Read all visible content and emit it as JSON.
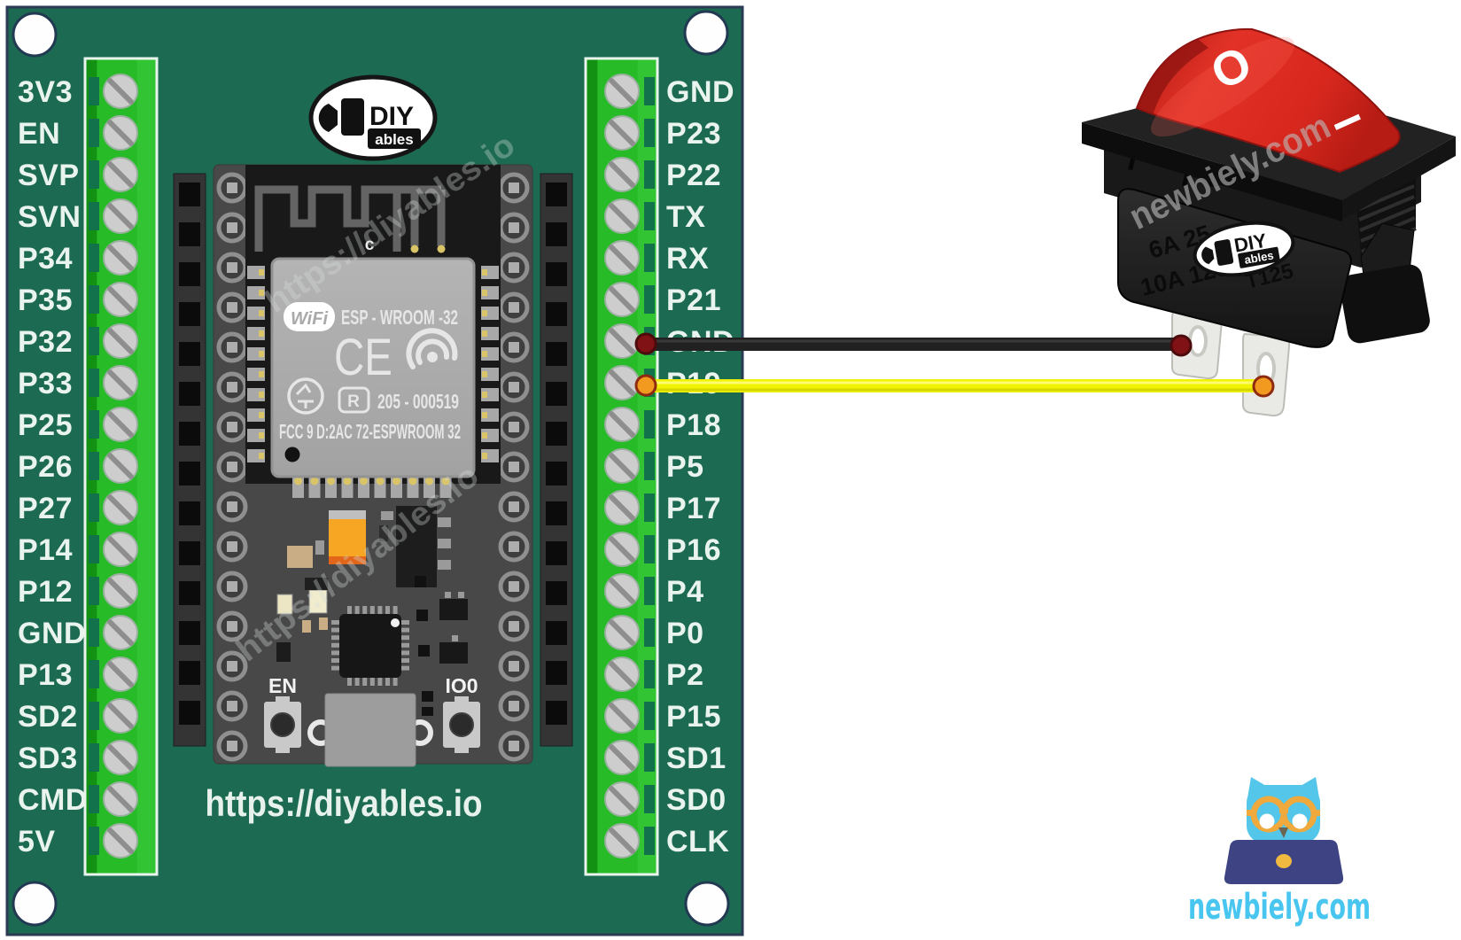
{
  "board": {
    "left_pins": [
      "3V3",
      "EN",
      "SVP",
      "SVN",
      "P34",
      "P35",
      "P32",
      "P33",
      "P25",
      "P26",
      "P27",
      "P14",
      "P12",
      "GND",
      "P13",
      "SD2",
      "SD3",
      "CMD",
      "5V"
    ],
    "right_pins": [
      "GND",
      "P23",
      "P22",
      "TX",
      "RX",
      "P21",
      "GND",
      "P19",
      "P18",
      "P5",
      "P17",
      "P16",
      "P4",
      "P0",
      "P2",
      "P15",
      "SD1",
      "SD0",
      "CLK"
    ],
    "bottom_url": "https://diyables.io",
    "watermark": "https://diyables.io",
    "logo": {
      "diy": "DIY",
      "ables": "ables"
    },
    "module": {
      "antenna_label": "c",
      "shield": {
        "wifi_label": "WiFi",
        "model": "ESP - WROOM -32",
        "ce_mark": "CE",
        "reg_r": "R",
        "reg_number": "205 - 000519",
        "fcc_line": "FCC 9 D:2AC 72-ESPWROOM  32"
      },
      "buttons": {
        "en": "EN",
        "boot": "IO0"
      }
    }
  },
  "rocker_switch": {
    "off_label": "O",
    "on_label": "I",
    "ratings": [
      "6A 25",
      "10A 125V AC",
      "T125"
    ],
    "logo": {
      "diy": "DIY",
      "ables": "ables"
    },
    "watermark": "newbiely.com"
  },
  "wires": [
    {
      "name": "ground-wire",
      "color": "#212121",
      "from_pin": "GND",
      "to": "switch-left-terminal"
    },
    {
      "name": "signal-wire",
      "color": "#F2F303",
      "from_pin": "P19",
      "to": "switch-right-terminal"
    }
  ],
  "branding": {
    "site": "newbiely.com"
  },
  "colors": {
    "pcb_green": "#1D6A52",
    "terminal_green": "#27BC27",
    "rocker_red": "#D8281E",
    "owl_cyan": "#53C6EA",
    "laptop_navy": "#3E4483",
    "brand_cyan": "#48C6EF"
  }
}
